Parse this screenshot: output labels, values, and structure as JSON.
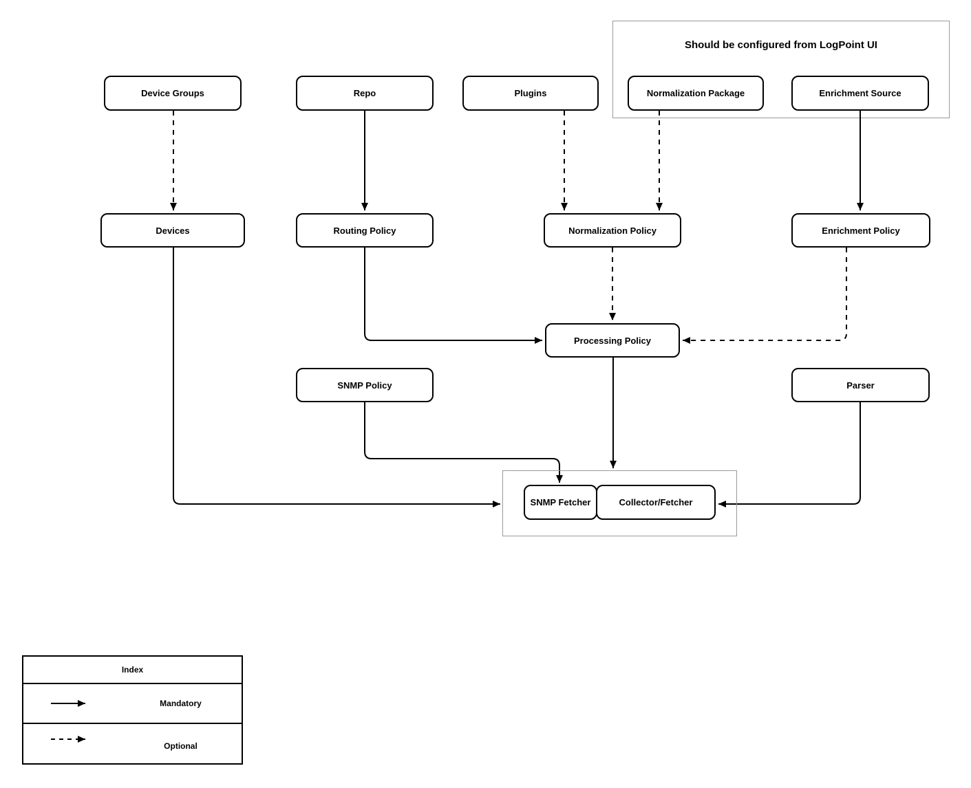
{
  "diagram": {
    "group_box_title": "Should be configured from LogPoint UI",
    "nodes": {
      "device_groups": "Device Groups",
      "repo": "Repo",
      "plugins": "Plugins",
      "normalization_package": "Normalization Package",
      "enrichment_source": "Enrichment Source",
      "devices": "Devices",
      "routing_policy": "Routing Policy",
      "normalization_policy": "Normalization Policy",
      "enrichment_policy": "Enrichment Policy",
      "processing_policy": "Processing Policy",
      "snmp_policy": "SNMP Policy",
      "parser": "Parser",
      "snmp_fetcher": "SNMP Fetcher",
      "collector_fetcher": "Collector/Fetcher"
    },
    "edges": [
      {
        "from": "device_groups",
        "to": "devices",
        "type": "optional"
      },
      {
        "from": "repo",
        "to": "routing_policy",
        "type": "mandatory"
      },
      {
        "from": "plugins",
        "to": "normalization_policy",
        "type": "optional"
      },
      {
        "from": "normalization_package",
        "to": "normalization_policy",
        "type": "optional"
      },
      {
        "from": "enrichment_source",
        "to": "enrichment_policy",
        "type": "mandatory"
      },
      {
        "from": "normalization_policy",
        "to": "processing_policy",
        "type": "optional"
      },
      {
        "from": "routing_policy",
        "to": "processing_policy",
        "type": "mandatory"
      },
      {
        "from": "enrichment_policy",
        "to": "processing_policy",
        "type": "optional"
      },
      {
        "from": "processing_policy",
        "to": "collector_fetcher",
        "type": "mandatory"
      },
      {
        "from": "snmp_policy",
        "to": "snmp_fetcher",
        "type": "mandatory"
      },
      {
        "from": "devices",
        "to": "snmp_fetcher",
        "type": "mandatory"
      },
      {
        "from": "parser",
        "to": "collector_fetcher",
        "type": "mandatory"
      }
    ],
    "legend": {
      "title": "Index",
      "rows": [
        {
          "style": "solid",
          "label": "Mandatory"
        },
        {
          "style": "dashed",
          "label": "Optional"
        }
      ]
    },
    "colors": {
      "edge_stroke": "#000000",
      "node_border": "#000000",
      "container_border": "#999999",
      "background": "#ffffff"
    }
  }
}
